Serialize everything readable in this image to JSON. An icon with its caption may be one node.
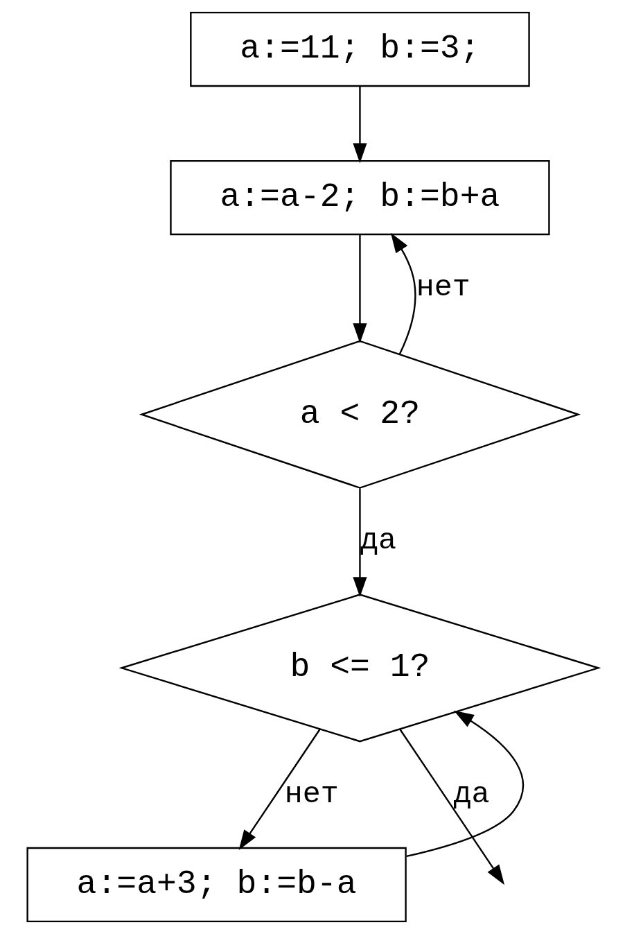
{
  "diagram": {
    "nodes": [
      {
        "text": [
          "a:=11; b:=3;"
        ]
      },
      {
        "text": [
          "a:=a-2; b:=b+a"
        ]
      },
      {
        "text": [
          "a < 2?"
        ]
      },
      {
        "text": [
          "b <= 1?"
        ]
      },
      {
        "text": [
          "a:=a+3; b:=b-a"
        ]
      }
    ],
    "edges": [
      {
        "from": 0,
        "to": 1,
        "arrow": "to"
      },
      {
        "from": 1,
        "to": 2,
        "arrow": "to"
      },
      {
        "from": 2,
        "to": 1,
        "arrow": "to",
        "label": "нет"
      },
      {
        "from": 2,
        "to": 3,
        "arrow": "to",
        "label": "да"
      },
      {
        "from": 3,
        "to": null,
        "arrow": "to",
        "label": "да"
      },
      {
        "from": 3,
        "to": 4,
        "arrow": "to",
        "label": "нет"
      },
      {
        "from": 4,
        "to": 3,
        "arrow": "to"
      }
    ]
  }
}
